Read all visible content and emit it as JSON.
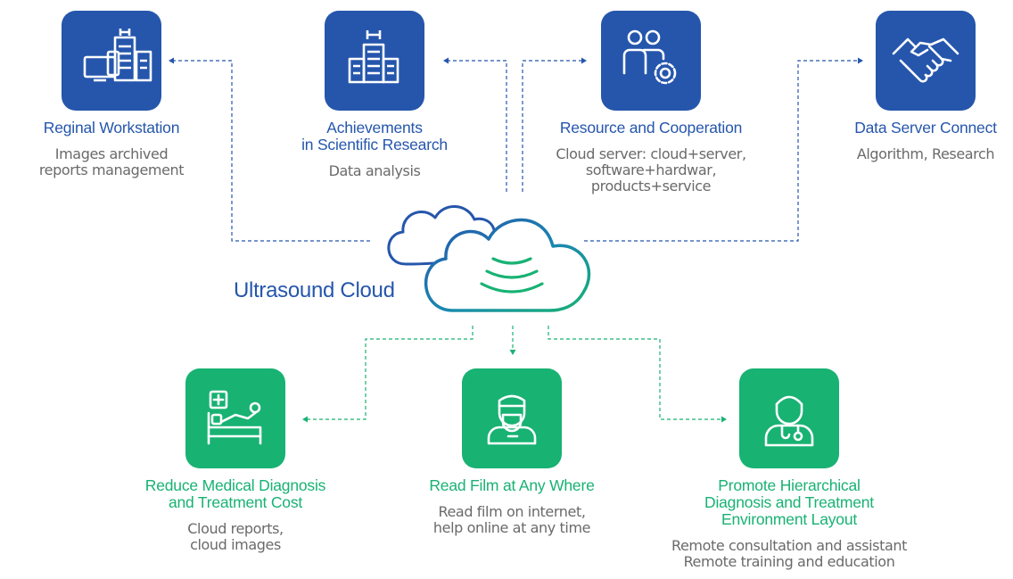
{
  "center": {
    "label": "Ultrasound Cloud"
  },
  "top_nodes": [
    {
      "icon": "hospital-workstation-icon",
      "title": [
        "Reginal Workstation"
      ],
      "desc": [
        "Images archived",
        "reports management"
      ]
    },
    {
      "icon": "hospital-building-icon",
      "title": [
        "Achievements",
        "in Scientific Research"
      ],
      "desc": [
        "Data analysis"
      ]
    },
    {
      "icon": "people-gear-icon",
      "title": [
        "Resource and Cooperation"
      ],
      "desc": [
        "Cloud server: cloud+server,",
        "software+hardwar,",
        "products+service"
      ]
    },
    {
      "icon": "handshake-icon",
      "title": [
        "Data Server Connect"
      ],
      "desc": [
        "Algorithm, Research"
      ]
    }
  ],
  "bottom_nodes": [
    {
      "icon": "patient-bed-icon",
      "title": [
        "Reduce Medical Diagnosis",
        "and Treatment Cost"
      ],
      "desc": [
        "Cloud reports,",
        "cloud images"
      ]
    },
    {
      "icon": "surgeon-icon",
      "title": [
        "Read Film at Any Where"
      ],
      "desc": [
        "Read film on internet,",
        "help online at any time"
      ]
    },
    {
      "icon": "doctor-icon",
      "title": [
        "Promote Hierarchical",
        "Diagnosis and Treatment",
        "Environment Layout"
      ],
      "desc": [
        "Remote consultation and assistant",
        "Remote training and education"
      ]
    }
  ],
  "colors": {
    "blue": "#2556ac",
    "green": "#18b273",
    "gray_text": "#6a6a6a"
  }
}
